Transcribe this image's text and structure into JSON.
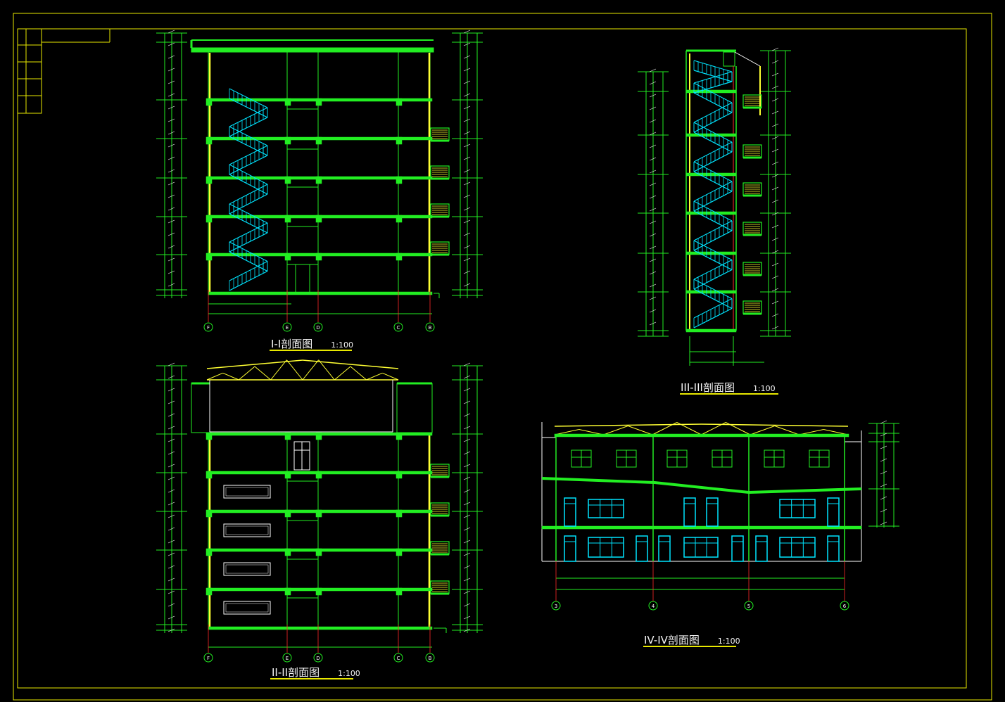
{
  "drawing": {
    "background": "#000000",
    "colors": {
      "frame": "#e8e800",
      "structure": "#22ee22",
      "stairs": "#00e5ff",
      "truss": "#ffff33",
      "text": "#ffffff",
      "axis": "#ff2a2a"
    }
  },
  "sections": [
    {
      "id": "s1",
      "name": "I-I剖面图",
      "scale": "1:100",
      "axes": [
        "F",
        "E",
        "D",
        "C",
        "B"
      ]
    },
    {
      "id": "s2",
      "name": "II-II剖面图",
      "scale": "1:100",
      "axes": [
        "F",
        "E",
        "D",
        "C",
        "B"
      ]
    },
    {
      "id": "s3",
      "name": "III-III剖面图",
      "scale": "1:100"
    },
    {
      "id": "s4",
      "name": "IV-IV剖面图",
      "scale": "1:100",
      "axes": [
        "3",
        "4",
        "5",
        "6"
      ]
    }
  ]
}
